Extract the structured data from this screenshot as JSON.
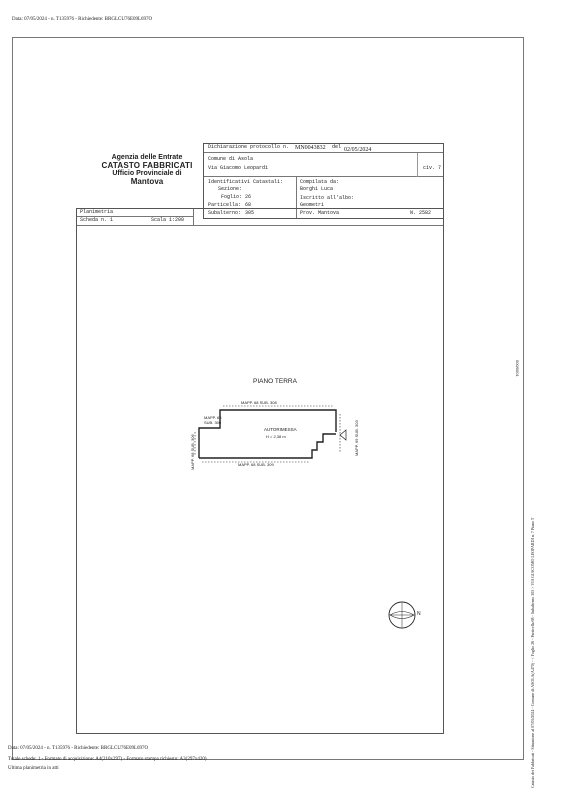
{
  "top_line": "Data: 07/05/2024 - n. T135976 - Richiedente: BRGLCU76E09L697O",
  "agency": {
    "line1": "Agenzia delle Entrate",
    "line2": "CATASTO FABBRICATI",
    "line3": "Ufficio Provinciale di",
    "line4": "Mantova"
  },
  "header": {
    "dichiarazione_label": "Dichiarazione protocollo n.",
    "protocol_number": "MN0043832",
    "del_label": "del",
    "del_date": "02/05/2024",
    "comune_label": "Comune di Asola",
    "address": "Via Giacomo Leopardi",
    "civ_label": "civ. 7",
    "identificativi_label": "Identificativi Catastali:",
    "sezione_label": "Sezione:",
    "foglio_label": "Foglio:",
    "foglio_value": "26",
    "particella_label": "Particella:",
    "particella_value": "68",
    "subalterno_label": "Subalterno:",
    "subalterno_value": "305",
    "compilata_label": "Compilata da:",
    "compilata_name": "Borghi Luca",
    "iscritto_label": "Iscritto all'albo:",
    "iscritto_value": "Geometri",
    "prov_label": "Prov. Mantova",
    "n_label": "N. 2582"
  },
  "plan": {
    "planimetria": "Planimetria",
    "scheda": "Scheda n. 1",
    "scala": "Scala 1:200",
    "piano": "PIANO TERRA",
    "mapp_top": "MAPP. 68 SUB. 308",
    "mapp_left_a": "MAPP. 68",
    "mapp_left_b": "SUB. 300",
    "mapp_left_vert": "MAPP. 68 SUB. 306",
    "mapp_right_vert": "MAPP. 69 SUB. 303",
    "mapp_bottom": "MAPP. 68 SUB. 309",
    "room_name": "AUTORIMESSA",
    "room_height": "H = 2,38 m",
    "compass_letter": "N"
  },
  "right_ref": "000/0001",
  "right_vertical": "Catasto dei Fabbricati - Situazione al 07/05/2024 - Comune di ASOLA(A470) - < Foglio 26 - Particella 68 - Subalterno 305 > VIA GIACOMO LEOPARDI n. 7 Piano T",
  "bottom": {
    "line1": "Data: 07/05/2024 - n. T135976 - Richiedente: BRGLCU76E09L697O",
    "line2": "Totale schede: 1 - Formato di acquisizione: A4(210x297) - Formato stampa richiesto: A3(297x420)",
    "line3": "Ultima planimetria in atti"
  }
}
